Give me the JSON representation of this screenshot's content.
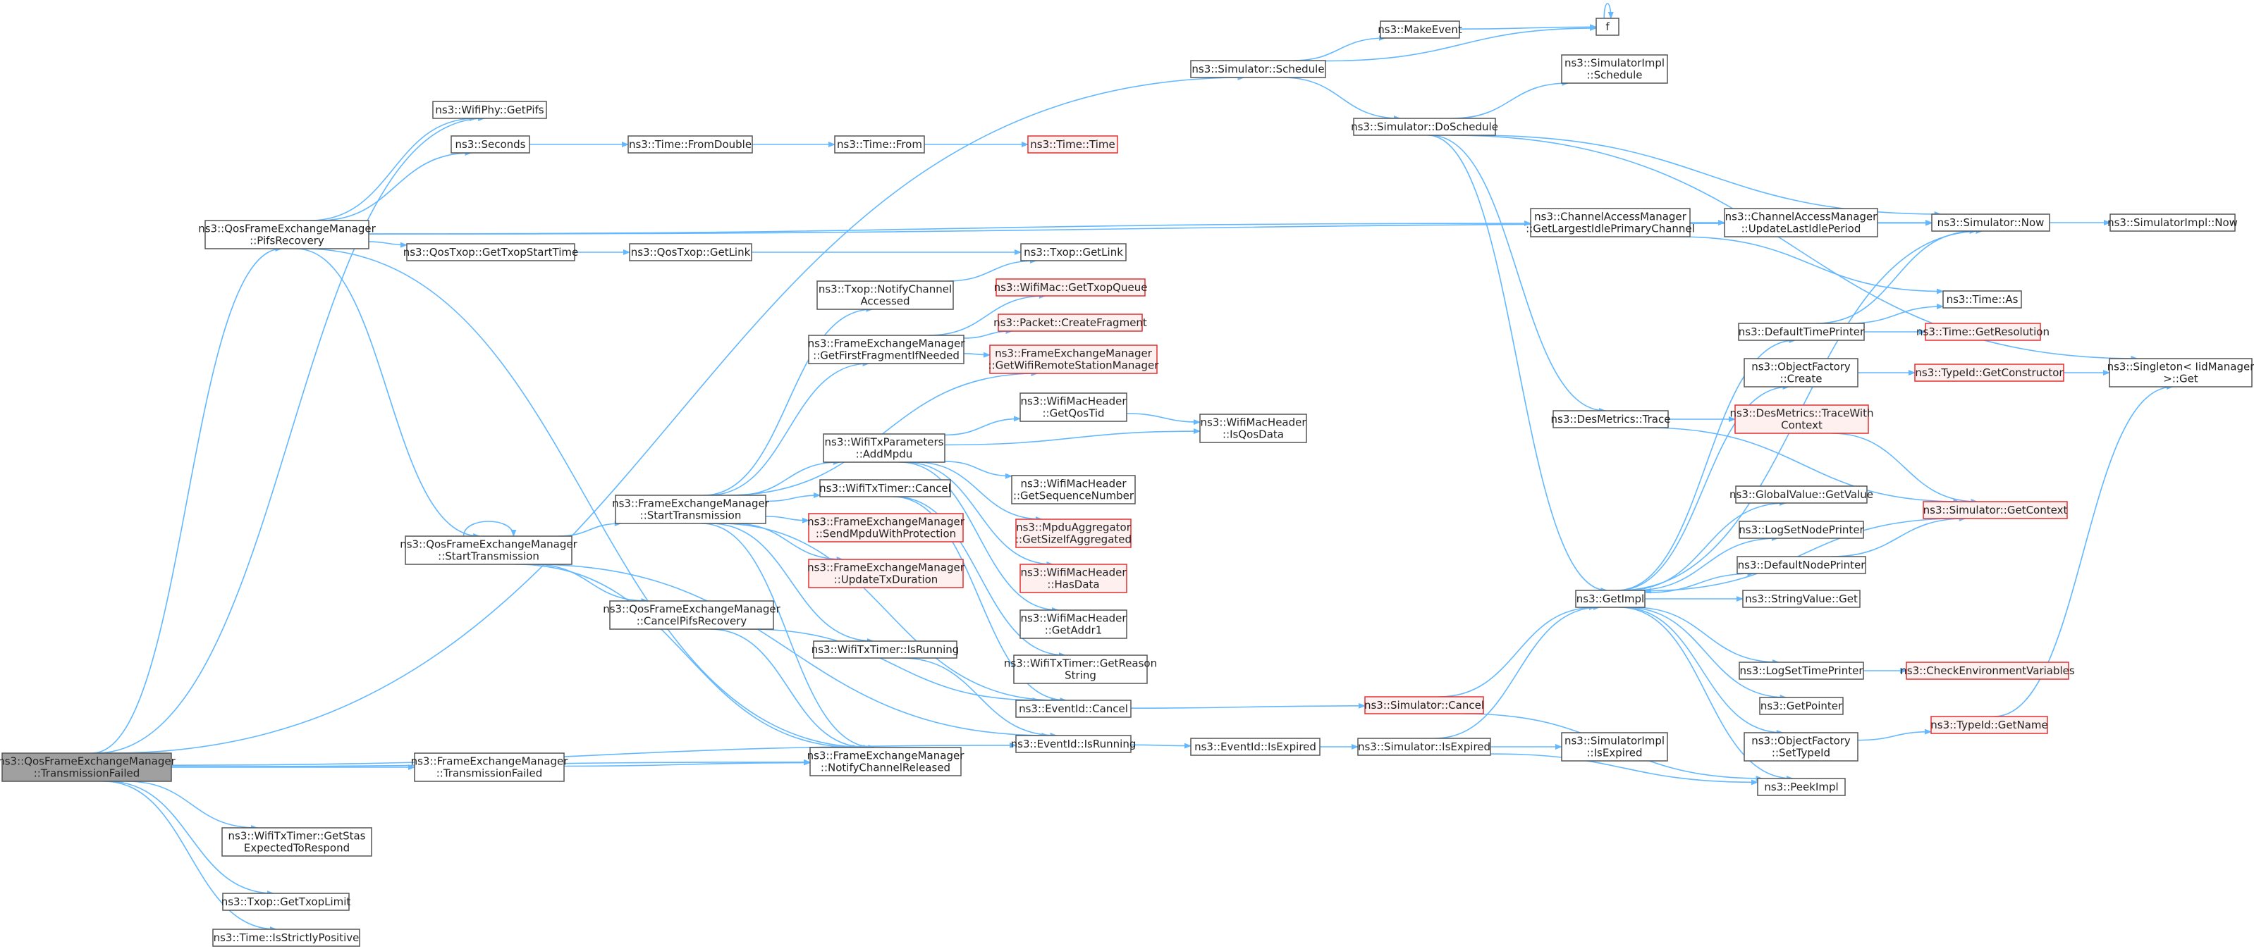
{
  "colors": {
    "edge": "#63b8ff",
    "node_border": "#555555",
    "node_link_border": "#e03030",
    "root_fill": "#a0a0a0"
  },
  "nodes": [
    {
      "id": "root",
      "label": "ns3::QosFrameExchangeManager\n::TransmissionFailed",
      "style": "root"
    },
    {
      "id": "pifsrecovery",
      "label": "ns3::QosFrameExchangeManager\n::PifsRecovery",
      "style": "plain"
    },
    {
      "id": "getpifs",
      "label": "ns3::WifiPhy::GetPifs",
      "style": "plain"
    },
    {
      "id": "seconds",
      "label": "ns3::Seconds",
      "style": "plain"
    },
    {
      "id": "fromdouble",
      "label": "ns3::Time::FromDouble",
      "style": "plain"
    },
    {
      "id": "timefrom",
      "label": "ns3::Time::From",
      "style": "plain"
    },
    {
      "id": "timetime",
      "label": "ns3::Time::Time",
      "style": "red"
    },
    {
      "id": "schedule",
      "label": "ns3::Simulator::Schedule",
      "style": "plain"
    },
    {
      "id": "makeevent",
      "label": "ns3::MakeEvent",
      "style": "plain"
    },
    {
      "id": "f",
      "label": "f",
      "style": "plain"
    },
    {
      "id": "simimplschedule",
      "label": "ns3::SimulatorImpl\n::Schedule",
      "style": "plain"
    },
    {
      "id": "doschedule",
      "label": "ns3::Simulator::DoSchedule",
      "style": "plain"
    },
    {
      "id": "largestidle",
      "label": "ns3::ChannelAccessManager\n::GetLargestIdlePrimaryChannel",
      "style": "plain"
    },
    {
      "id": "updatelastidle",
      "label": "ns3::ChannelAccessManager\n::UpdateLastIdlePeriod",
      "style": "plain"
    },
    {
      "id": "simnow",
      "label": "ns3::Simulator::Now",
      "style": "plain"
    },
    {
      "id": "simimplnow",
      "label": "ns3::SimulatorImpl::Now",
      "style": "plain"
    },
    {
      "id": "gettxopstart",
      "label": "ns3::QosTxop::GetTxopStartTime",
      "style": "plain"
    },
    {
      "id": "qosgetlink",
      "label": "ns3::QosTxop::GetLink",
      "style": "plain"
    },
    {
      "id": "txopgetlink",
      "label": "ns3::Txop::GetLink",
      "style": "plain"
    },
    {
      "id": "timeas",
      "label": "ns3::Time::As",
      "style": "plain"
    },
    {
      "id": "notifychanacc",
      "label": "ns3::Txop::NotifyChannel\nAccessed",
      "style": "plain"
    },
    {
      "id": "gettxopqueue",
      "label": "ns3::WifiMac::GetTxopQueue",
      "style": "red"
    },
    {
      "id": "createfragment",
      "label": "ns3::Packet::CreateFragment",
      "style": "red"
    },
    {
      "id": "getfirstfrag",
      "label": "ns3::FrameExchangeManager\n::GetFirstFragmentIfNeeded",
      "style": "plain"
    },
    {
      "id": "getremote",
      "label": "ns3::FrameExchangeManager\n::GetWifiRemoteStationManager",
      "style": "red"
    },
    {
      "id": "defaulttimeprinter",
      "label": "ns3::DefaultTimePrinter",
      "style": "plain"
    },
    {
      "id": "getresolution",
      "label": "ns3::Time::GetResolution",
      "style": "red"
    },
    {
      "id": "objfactorycreate",
      "label": "ns3::ObjectFactory\n::Create",
      "style": "plain"
    },
    {
      "id": "getconstructor",
      "label": "ns3::TypeId::GetConstructor",
      "style": "red"
    },
    {
      "id": "singletonget",
      "label": "ns3::Singleton< IidManager\n>::Get",
      "style": "plain"
    },
    {
      "id": "getqostid",
      "label": "ns3::WifiMacHeader\n::GetQosTid",
      "style": "plain"
    },
    {
      "id": "isqosdata",
      "label": "ns3::WifiMacHeader\n::IsQosData",
      "style": "plain"
    },
    {
      "id": "addmpdu",
      "label": "ns3::WifiTxParameters\n::AddMpdu",
      "style": "plain"
    },
    {
      "id": "destrace",
      "label": "ns3::DesMetrics::Trace",
      "style": "plain"
    },
    {
      "id": "tracewithcontext",
      "label": "ns3::DesMetrics::TraceWith\nContext",
      "style": "red"
    },
    {
      "id": "getseqnum",
      "label": "ns3::WifiMacHeader\n::GetSequenceNumber",
      "style": "plain"
    },
    {
      "id": "txtimercancel",
      "label": "ns3::WifiTxTimer::Cancel",
      "style": "plain"
    },
    {
      "id": "fem_starttx",
      "label": "ns3::FrameExchangeManager\n::StartTransmission",
      "style": "plain"
    },
    {
      "id": "globalvalue",
      "label": "ns3::GlobalValue::GetValue",
      "style": "plain"
    },
    {
      "id": "simgetcontext",
      "label": "ns3::Simulator::GetContext",
      "style": "red"
    },
    {
      "id": "qos_starttx",
      "label": "ns3::QosFrameExchangeManager\n::StartTransmission",
      "style": "plain"
    },
    {
      "id": "sendmpdu",
      "label": "ns3::FrameExchangeManager\n::SendMpduWithProtection",
      "style": "red"
    },
    {
      "id": "logsetnode",
      "label": "ns3::LogSetNodePrinter",
      "style": "plain"
    },
    {
      "id": "getsizeifagg",
      "label": "ns3::MpduAggregator\n::GetSizeIfAggregated",
      "style": "red"
    },
    {
      "id": "defaultnodeprinter",
      "label": "ns3::DefaultNodePrinter",
      "style": "plain"
    },
    {
      "id": "updatetxdur",
      "label": "ns3::FrameExchangeManager\n::UpdateTxDuration",
      "style": "red"
    },
    {
      "id": "hasdata",
      "label": "ns3::WifiMacHeader\n::HasData",
      "style": "red"
    },
    {
      "id": "getimpl",
      "label": "ns3::GetImpl",
      "style": "plain"
    },
    {
      "id": "stringvalueget",
      "label": "ns3::StringValue::Get",
      "style": "plain"
    },
    {
      "id": "cancelpifs",
      "label": "ns3::QosFrameExchangeManager\n::CancelPifsRecovery",
      "style": "plain"
    },
    {
      "id": "getaddr1",
      "label": "ns3::WifiMacHeader\n::GetAddr1",
      "style": "plain"
    },
    {
      "id": "txtimerisrunning",
      "label": "ns3::WifiTxTimer::IsRunning",
      "style": "plain"
    },
    {
      "id": "getreasonstring",
      "label": "ns3::WifiTxTimer::GetReason\nString",
      "style": "plain"
    },
    {
      "id": "logsettime",
      "label": "ns3::LogSetTimePrinter",
      "style": "plain"
    },
    {
      "id": "checkenv",
      "label": "ns3::CheckEnvironmentVariables",
      "style": "red"
    },
    {
      "id": "eventcancel",
      "label": "ns3::EventId::Cancel",
      "style": "plain"
    },
    {
      "id": "simcancel",
      "label": "ns3::Simulator::Cancel",
      "style": "red"
    },
    {
      "id": "getpointer",
      "label": "ns3::GetPointer",
      "style": "plain"
    },
    {
      "id": "typeidgetname",
      "label": "ns3::TypeId::GetName",
      "style": "red"
    },
    {
      "id": "fem_txfailed",
      "label": "ns3::FrameExchangeManager\n::TransmissionFailed",
      "style": "plain"
    },
    {
      "id": "notifychanrel",
      "label": "ns3::FrameExchangeManager\n::NotifyChannelReleased",
      "style": "plain"
    },
    {
      "id": "eventisrunning",
      "label": "ns3::EventId::IsRunning",
      "style": "plain"
    },
    {
      "id": "eventisexpired",
      "label": "ns3::EventId::IsExpired",
      "style": "plain"
    },
    {
      "id": "simisexpired",
      "label": "ns3::Simulator::IsExpired",
      "style": "plain"
    },
    {
      "id": "simimplisexpired",
      "label": "ns3::SimulatorImpl\n::IsExpired",
      "style": "plain"
    },
    {
      "id": "objfactorysettypeid",
      "label": "ns3::ObjectFactory\n::SetTypeId",
      "style": "plain"
    },
    {
      "id": "peekimpl",
      "label": "ns3::PeekImpl",
      "style": "plain"
    },
    {
      "id": "getstas",
      "label": "ns3::WifiTxTimer::GetStas\nExpectedToRespond",
      "style": "plain"
    },
    {
      "id": "gettxoplimit",
      "label": "ns3::Txop::GetTxopLimit",
      "style": "plain"
    },
    {
      "id": "isstrictlypos",
      "label": "ns3::Time::IsStrictlyPositive",
      "style": "plain"
    }
  ],
  "edges": [
    [
      "root",
      "pifsrecovery"
    ],
    [
      "root",
      "getpifs"
    ],
    [
      "root",
      "schedule"
    ],
    [
      "root",
      "notifychanrel"
    ],
    [
      "root",
      "fem_txfailed"
    ],
    [
      "root",
      "eventisrunning"
    ],
    [
      "root",
      "getstas"
    ],
    [
      "root",
      "gettxoplimit"
    ],
    [
      "root",
      "isstrictlypos"
    ],
    [
      "pifsrecovery",
      "getpifs"
    ],
    [
      "pifsrecovery",
      "seconds"
    ],
    [
      "pifsrecovery",
      "simnow"
    ],
    [
      "pifsrecovery",
      "largestidle"
    ],
    [
      "pifsrecovery",
      "gettxopstart"
    ],
    [
      "pifsrecovery",
      "qos_starttx"
    ],
    [
      "pifsrecovery",
      "notifychanrel"
    ],
    [
      "seconds",
      "fromdouble"
    ],
    [
      "fromdouble",
      "timefrom"
    ],
    [
      "timefrom",
      "timetime"
    ],
    [
      "schedule",
      "makeevent"
    ],
    [
      "schedule",
      "f"
    ],
    [
      "schedule",
      "doschedule"
    ],
    [
      "makeevent",
      "f"
    ],
    [
      "f",
      "f"
    ],
    [
      "doschedule",
      "simimplschedule"
    ],
    [
      "doschedule",
      "simnow"
    ],
    [
      "doschedule",
      "singletonget"
    ],
    [
      "doschedule",
      "destrace"
    ],
    [
      "doschedule",
      "getimpl"
    ],
    [
      "largestidle",
      "updatelastidle"
    ],
    [
      "largestidle",
      "timeas"
    ],
    [
      "updatelastidle",
      "simnow"
    ],
    [
      "simnow",
      "simimplnow"
    ],
    [
      "gettxopstart",
      "qosgetlink"
    ],
    [
      "qosgetlink",
      "txopgetlink"
    ],
    [
      "qos_starttx",
      "qos_starttx"
    ],
    [
      "qos_starttx",
      "fem_starttx"
    ],
    [
      "qos_starttx",
      "cancelpifs"
    ],
    [
      "qos_starttx",
      "notifychanrel"
    ],
    [
      "qos_starttx",
      "eventisrunning"
    ],
    [
      "fem_starttx",
      "notifychanacc"
    ],
    [
      "fem_starttx",
      "getfirstfrag"
    ],
    [
      "fem_starttx",
      "getremote"
    ],
    [
      "fem_starttx",
      "addmpdu"
    ],
    [
      "fem_starttx",
      "txtimercancel"
    ],
    [
      "fem_starttx",
      "sendmpdu"
    ],
    [
      "fem_starttx",
      "updatetxdur"
    ],
    [
      "fem_starttx",
      "txtimerisrunning"
    ],
    [
      "fem_starttx",
      "eventcancel"
    ],
    [
      "fem_starttx",
      "notifychanrel"
    ],
    [
      "notifychanacc",
      "txopgetlink"
    ],
    [
      "getfirstfrag",
      "gettxopqueue"
    ],
    [
      "getfirstfrag",
      "createfragment"
    ],
    [
      "getfirstfrag",
      "getremote"
    ],
    [
      "addmpdu",
      "getqostid"
    ],
    [
      "addmpdu",
      "isqosdata"
    ],
    [
      "addmpdu",
      "getseqnum"
    ],
    [
      "addmpdu",
      "getsizeifagg"
    ],
    [
      "addmpdu",
      "hasdata"
    ],
    [
      "addmpdu",
      "getaddr1"
    ],
    [
      "getqostid",
      "isqosdata"
    ],
    [
      "txtimercancel",
      "getreasonstring"
    ],
    [
      "txtimercancel",
      "eventcancel"
    ],
    [
      "cancelpifs",
      "eventcancel"
    ],
    [
      "cancelpifs",
      "notifychanrel"
    ],
    [
      "txtimerisrunning",
      "eventisrunning"
    ],
    [
      "eventcancel",
      "simcancel"
    ],
    [
      "simcancel",
      "getimpl"
    ],
    [
      "simcancel",
      "peekimpl"
    ],
    [
      "eventisrunning",
      "eventisexpired"
    ],
    [
      "eventisexpired",
      "simisexpired"
    ],
    [
      "simisexpired",
      "getimpl"
    ],
    [
      "simisexpired",
      "simimplisexpired"
    ],
    [
      "simisexpired",
      "peekimpl"
    ],
    [
      "fem_txfailed",
      "notifychanrel"
    ],
    [
      "destrace",
      "tracewithcontext"
    ],
    [
      "destrace",
      "simgetcontext"
    ],
    [
      "tracewithcontext",
      "simgetcontext"
    ],
    [
      "getimpl",
      "simnow"
    ],
    [
      "getimpl",
      "defaulttimeprinter"
    ],
    [
      "getimpl",
      "objfactorycreate"
    ],
    [
      "getimpl",
      "globalvalue"
    ],
    [
      "getimpl",
      "logsetnode"
    ],
    [
      "getimpl",
      "defaultnodeprinter"
    ],
    [
      "getimpl",
      "stringvalueget"
    ],
    [
      "getimpl",
      "logsettime"
    ],
    [
      "getimpl",
      "getpointer"
    ],
    [
      "getimpl",
      "objfactorysettypeid"
    ],
    [
      "getimpl",
      "peekimpl"
    ],
    [
      "simgetcontext",
      "getimpl"
    ],
    [
      "defaulttimeprinter",
      "simnow"
    ],
    [
      "defaulttimeprinter",
      "timeas"
    ],
    [
      "defaulttimeprinter",
      "getresolution"
    ],
    [
      "defaultnodeprinter",
      "simgetcontext"
    ],
    [
      "objfactorycreate",
      "getconstructor"
    ],
    [
      "getconstructor",
      "singletonget"
    ],
    [
      "logsettime",
      "checkenv"
    ],
    [
      "objfactorysettypeid",
      "typeidgetname"
    ],
    [
      "typeidgetname",
      "singletonget"
    ]
  ]
}
